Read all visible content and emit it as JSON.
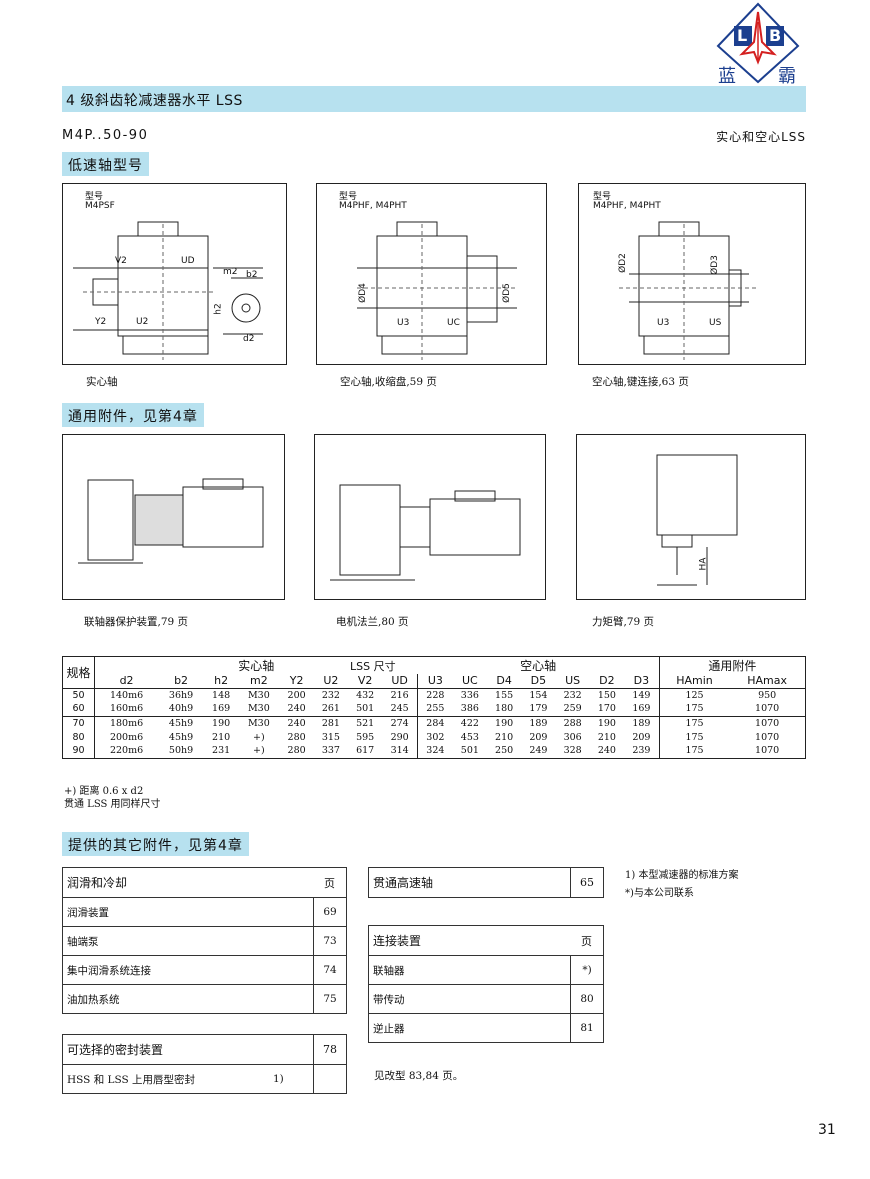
{
  "logo": {
    "letters_left": "L",
    "letters_right": "B",
    "cn_left": "蓝",
    "cn_right": "霸"
  },
  "header": {
    "title": "4 级斜齿轮减速器水平 LSS",
    "code": "M4P..50-90",
    "right": "实心和空心LSS"
  },
  "section_low_speed": "低速轴型号",
  "figs_top": [
    {
      "type_label": "型号",
      "type_code": "M4PSF",
      "caption": "实心轴"
    },
    {
      "type_label": "型号",
      "type_code": "M4PHF, M4PHT",
      "caption": "空心轴,收缩盘,59 页"
    },
    {
      "type_label": "型号",
      "type_code": "M4PHF, M4PHT",
      "caption": "空心轴,键连接,63 页"
    }
  ],
  "dims_fig1": [
    "V2",
    "UD",
    "m2",
    "b2",
    "h2",
    "Y2",
    "U2",
    "d2"
  ],
  "dims_fig2": [
    "ØD4",
    "ØD5",
    "U3",
    "UC"
  ],
  "dims_fig3": [
    "ØD2",
    "ØD3",
    "U3",
    "US"
  ],
  "section_accessories": "通用附件，见第4章",
  "figs_mid": [
    {
      "caption": "联轴器保护装置,79 页"
    },
    {
      "caption": "电机法兰,80 页"
    },
    {
      "caption": "力矩臂,79 页",
      "dim": "HA"
    }
  ],
  "table": {
    "title": "LSS 尺寸",
    "size_col": "规格",
    "group_solid": "实心轴",
    "group_hollow": "空心轴",
    "group_acc": "通用附件",
    "cols": [
      "d2",
      "b2",
      "h2",
      "m2",
      "Y2",
      "U2",
      "V2",
      "UD",
      "U3",
      "UC",
      "D4",
      "D5",
      "US",
      "D2",
      "D3",
      "HAmin",
      "HAmax"
    ],
    "rows": [
      [
        "50",
        "140m6",
        "36h9",
        "148",
        "M30",
        "200",
        "232",
        "432",
        "216",
        "228",
        "336",
        "155",
        "154",
        "232",
        "150",
        "149",
        "125",
        "950"
      ],
      [
        "60",
        "160m6",
        "40h9",
        "169",
        "M30",
        "240",
        "261",
        "501",
        "245",
        "255",
        "386",
        "180",
        "179",
        "259",
        "170",
        "169",
        "175",
        "1070"
      ],
      [
        "70",
        "180m6",
        "45h9",
        "190",
        "M30",
        "240",
        "281",
        "521",
        "274",
        "284",
        "422",
        "190",
        "189",
        "288",
        "190",
        "189",
        "175",
        "1070"
      ],
      [
        "80",
        "200m6",
        "45h9",
        "210",
        "+)",
        "280",
        "315",
        "595",
        "290",
        "302",
        "453",
        "210",
        "209",
        "306",
        "210",
        "209",
        "175",
        "1070"
      ],
      [
        "90",
        "220m6",
        "50h9",
        "231",
        "+)",
        "280",
        "337",
        "617",
        "314",
        "324",
        "501",
        "250",
        "249",
        "328",
        "240",
        "239",
        "175",
        "1070"
      ]
    ],
    "note1": "+) 距离 0.6 x d2",
    "note2": "贯通 LSS 用同样尺寸"
  },
  "section_other": "提供的其它附件，见第4章",
  "lube": {
    "title": "润滑和冷却",
    "page_hdr": "页",
    "items": [
      {
        "name": "润滑装置",
        "page": "69"
      },
      {
        "name": "轴端泵",
        "page": "73"
      },
      {
        "name": "集中润滑系统连接",
        "page": "74"
      },
      {
        "name": "油加热系统",
        "page": "75"
      }
    ]
  },
  "seal": {
    "title": "可选择的密封装置",
    "page": "78",
    "item": "HSS 和 LSS 上用唇型密封",
    "item_mark": "1)"
  },
  "through_shaft": {
    "title": "贯通高速轴",
    "page": "65"
  },
  "coupling": {
    "title": "连接装置",
    "page_hdr": "页",
    "items": [
      {
        "name": "联轴器",
        "page": "*)"
      },
      {
        "name": "带传动",
        "page": "80"
      },
      {
        "name": "逆止器",
        "page": "81"
      }
    ]
  },
  "see_more": "见改型 83,84 页。",
  "side_notes": [
    "1) 本型减速器的标准方案",
    "*)与本公司联系"
  ],
  "page_number": "31"
}
